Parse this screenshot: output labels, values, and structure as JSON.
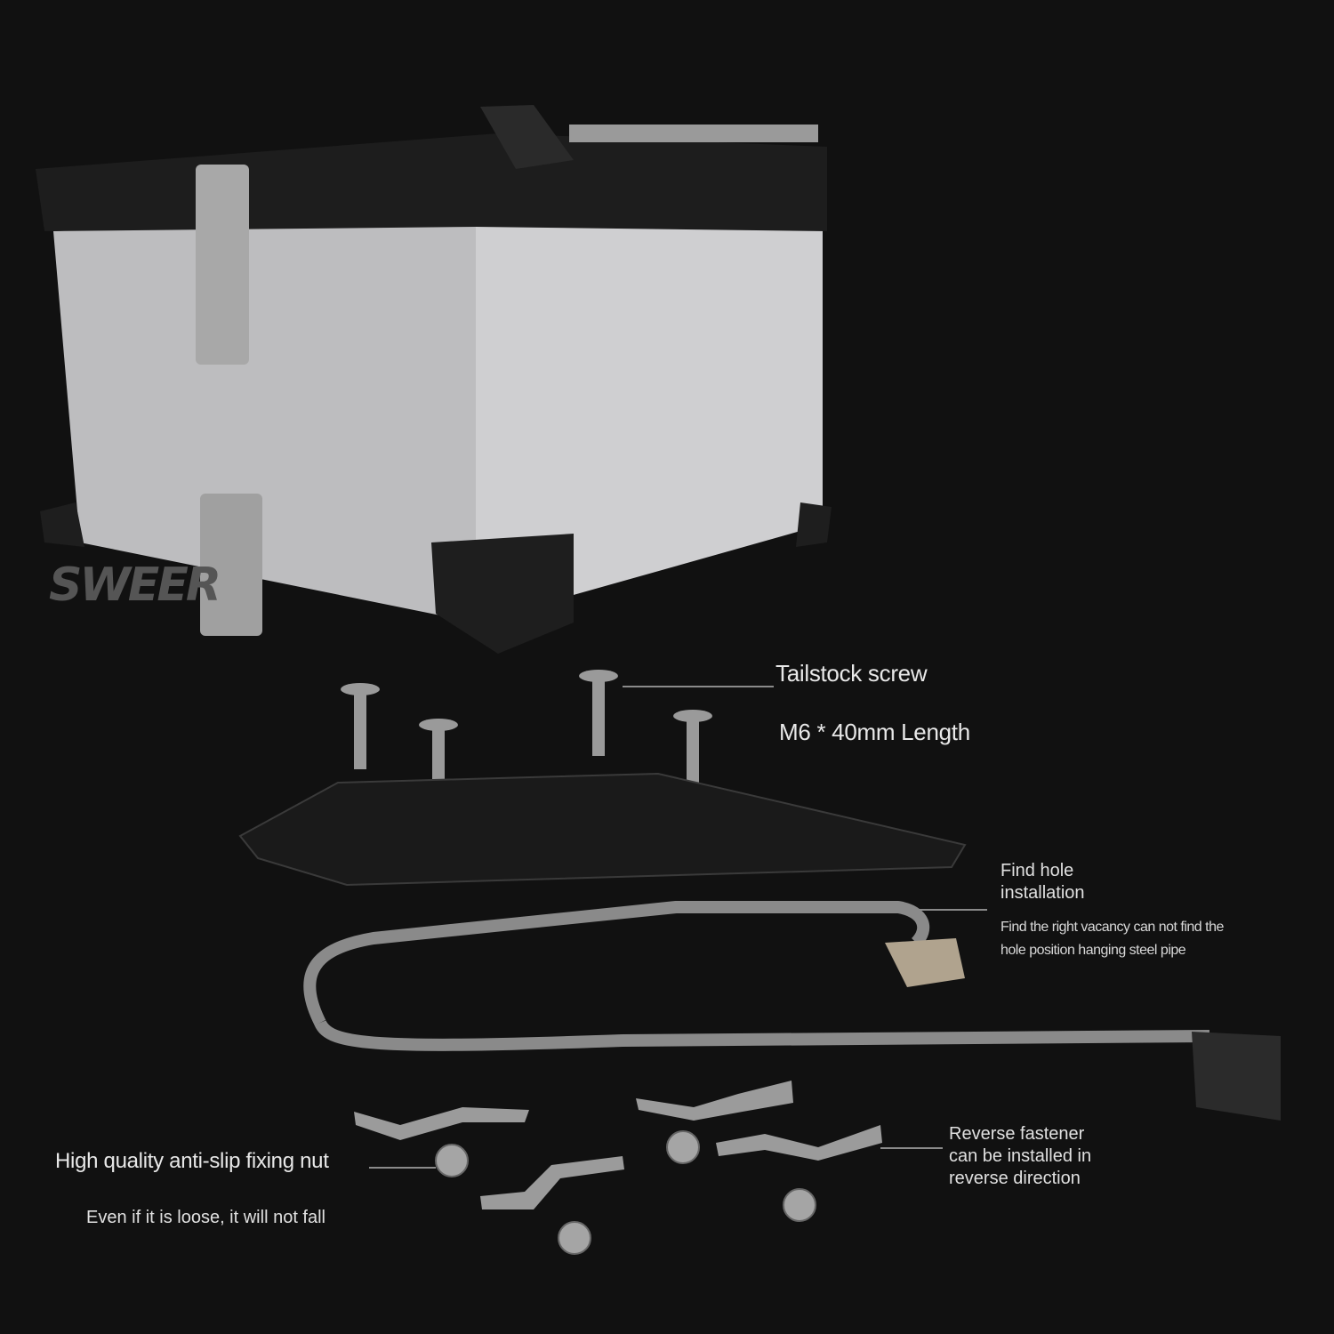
{
  "watermark": "SWEER",
  "callouts": {
    "screw": {
      "title": "Tailstock screw",
      "subtitle": "M6 * 40mm Length"
    },
    "hole": {
      "title_line1": "Find hole",
      "title_line2": "installation",
      "desc_line1": "Find the right vacancy can not find the",
      "desc_line2": "hole position hanging steel pipe"
    },
    "nut": {
      "title": "High quality anti-slip fixing nut",
      "subtitle": "Even if it is loose, it will not fall"
    },
    "fastener": {
      "line1": "Reverse fastener",
      "line2": "can be installed in",
      "line3": "reverse direction"
    }
  },
  "colors": {
    "background": "#111111",
    "box_body": "#c9c9cb",
    "trim": "#1c1c1c",
    "steel": "#8d8d8d"
  }
}
